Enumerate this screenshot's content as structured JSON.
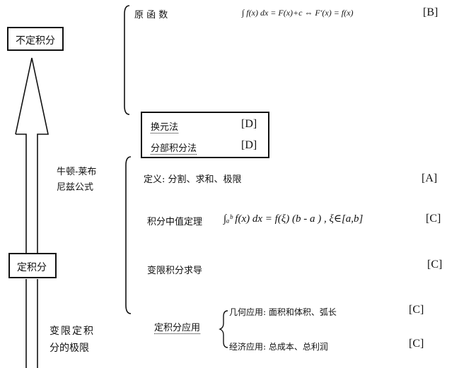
{
  "left": {
    "indefinite_box": "不定积分",
    "definite_box": "定积分",
    "newton_label_line1": "牛顿-莱布",
    "newton_label_line2": "尼兹公式",
    "variable_limit_line1": "变限定积",
    "variable_limit_line2": "分的极限"
  },
  "indefinite": {
    "antiderivative_label": "原 函 数",
    "antiderivative_formula": "∫ f(x) dx = F(x)+c ⇔ F′(x) = f(x)",
    "antiderivative_grade": "[B]",
    "methods": [
      {
        "label": "换元法",
        "grade": "[D]"
      },
      {
        "label": "分部积分法",
        "grade": "[D]"
      }
    ]
  },
  "definite": {
    "definition_label": "定义: 分割、求和、极限",
    "definition_grade": "[A]",
    "mvt_label": "积分中值定理",
    "mvt_formula": "∫ₐᵇ f(x) dx = f(ξ) (b - a ) , ξ∈[a,b]",
    "mvt_grade": "[C]",
    "derivative_label": "变限积分求导",
    "derivative_grade": "[C]",
    "application_label": "定积分应用",
    "applications": [
      {
        "label": "几何应用: 面积和体积、弧长",
        "grade": "[C]"
      },
      {
        "label": "经济应用: 总成本、总利润",
        "grade": "[C]"
      }
    ]
  }
}
